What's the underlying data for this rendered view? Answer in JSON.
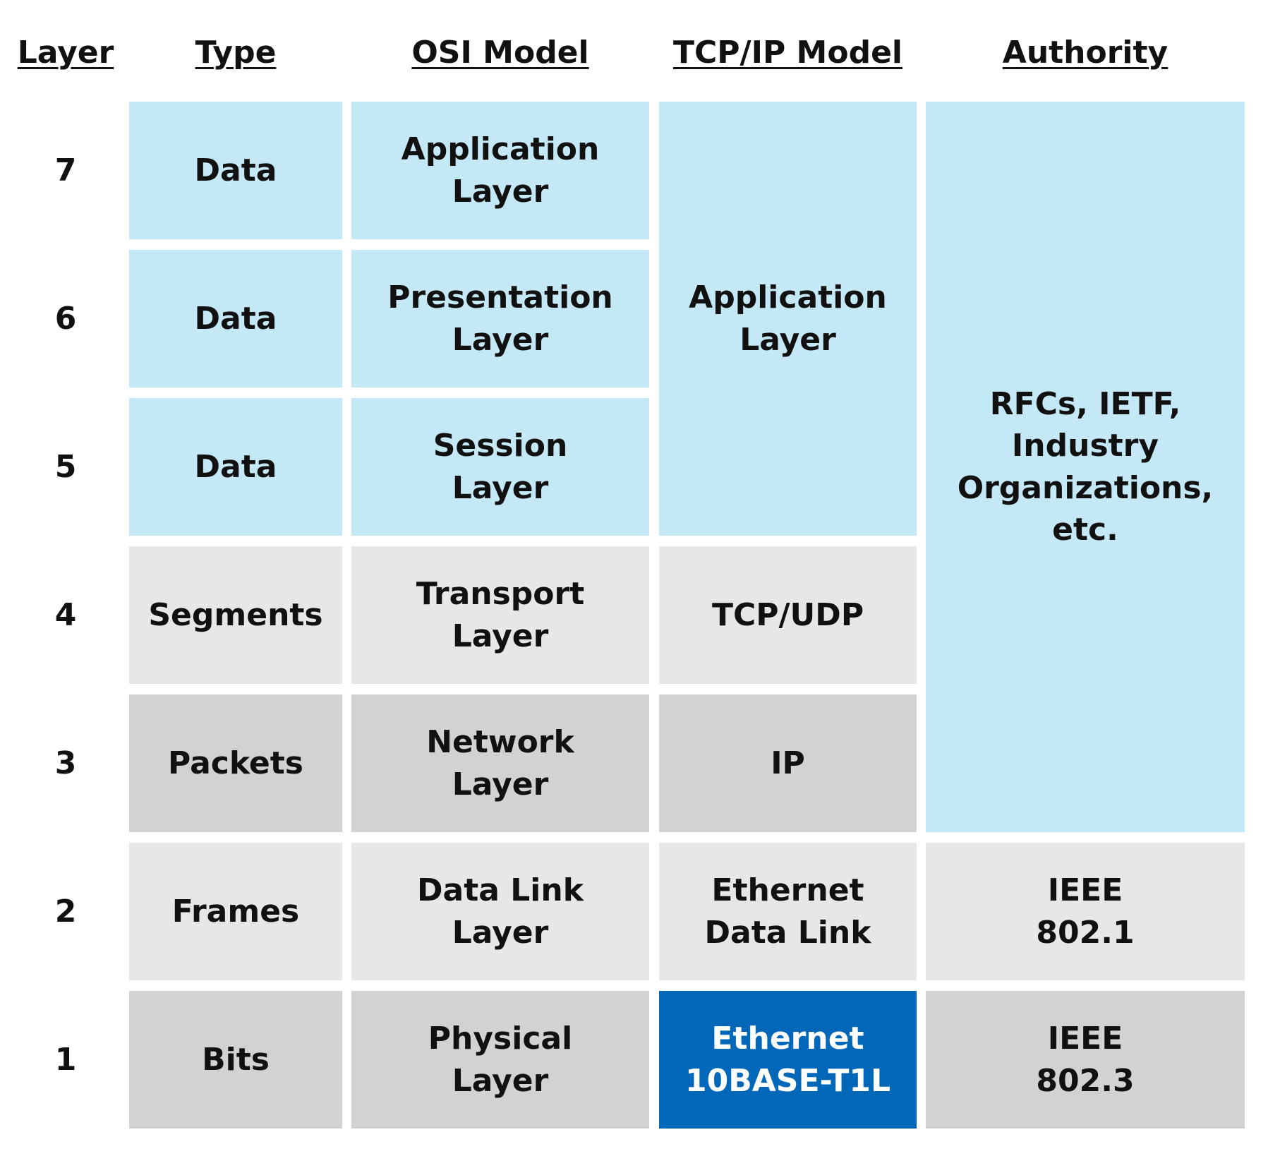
{
  "headers": {
    "layer": "Layer",
    "type": "Type",
    "osi": "OSI Model",
    "tcpip": "TCP/IP Model",
    "authority": "Authority"
  },
  "layers": [
    "7",
    "6",
    "5",
    "4",
    "3",
    "2",
    "1"
  ],
  "types": [
    "Data",
    "Data",
    "Data",
    "Segments",
    "Packets",
    "Frames",
    "Bits"
  ],
  "osi": [
    "Application\nLayer",
    "Presentation\nLayer",
    "Session\nLayer",
    "Transport\nLayer",
    "Network\nLayer",
    "Data Link\nLayer",
    "Physical\nLayer"
  ],
  "tcpip": {
    "application": "Application\nLayer",
    "transport": "TCP/UDP",
    "network": "IP",
    "datalink": "Ethernet\nData Link",
    "physical": "Ethernet\n10BASE-T1L"
  },
  "authority": {
    "upper": "RFCs, IETF,\nIndustry\nOrganizations,\netc.",
    "datalink": "IEEE\n802.1",
    "physical": "IEEE\n802.3"
  },
  "colors": {
    "upper_layers": "#c5e8f7",
    "transport": "#e6e7e8",
    "network": "#d0d2d3",
    "datalink": "#e6e7e8",
    "physical": "#d0d2d3",
    "highlight": "#0067b9"
  }
}
